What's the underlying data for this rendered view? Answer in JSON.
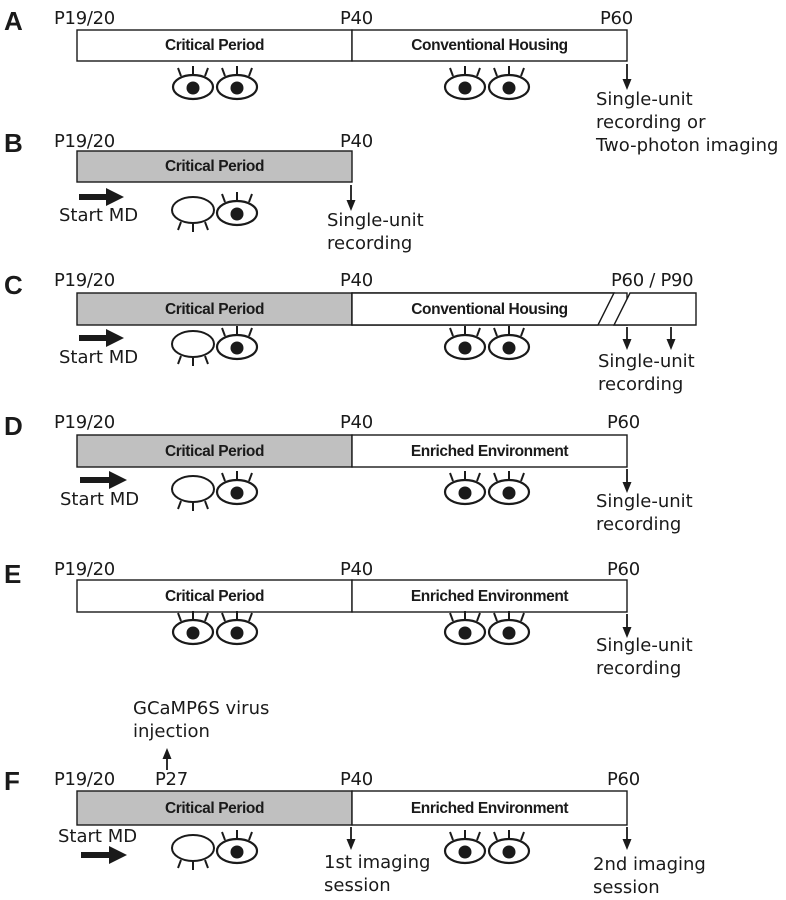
{
  "colors": {
    "critical_fill": "#c0c0c0",
    "plain_fill": "#ffffff",
    "stroke": "#1a1a1a"
  },
  "panels": [
    {
      "id": "A",
      "letter": "A",
      "ages": [
        "P19/20",
        "P40",
        "P60"
      ],
      "segments": [
        {
          "label": "Critical Period",
          "shaded": false
        },
        {
          "label": "Conventional Housing",
          "shaded": false
        }
      ],
      "eyes_critical": [
        "open-eye",
        "open-eye"
      ],
      "eyes_second": [
        "open-eye",
        "open-eye"
      ],
      "notes": [
        "Single-unit\nrecording or\nTwo-photon imaging"
      ]
    },
    {
      "id": "B",
      "letter": "B",
      "ages": [
        "P19/20",
        "P40"
      ],
      "segments": [
        {
          "label": "Critical Period",
          "shaded": true
        }
      ],
      "start_label": "Start MD",
      "eyes_critical": [
        "closed-eye",
        "open-eye"
      ],
      "notes": [
        "Single-unit\nrecording"
      ]
    },
    {
      "id": "C",
      "letter": "C",
      "ages": [
        "P19/20",
        "P40",
        "P60 / P90"
      ],
      "segments": [
        {
          "label": "Critical Period",
          "shaded": true
        },
        {
          "label": "Conventional Housing",
          "shaded": false
        }
      ],
      "start_label": "Start MD",
      "eyes_critical": [
        "closed-eye",
        "open-eye"
      ],
      "eyes_second": [
        "open-eye",
        "open-eye"
      ],
      "notes": [
        "Single-unit\nrecording"
      ]
    },
    {
      "id": "D",
      "letter": "D",
      "ages": [
        "P19/20",
        "P40",
        "P60"
      ],
      "segments": [
        {
          "label": "Critical Period",
          "shaded": true
        },
        {
          "label": "Enriched Environment",
          "shaded": false
        }
      ],
      "start_label": "Start MD",
      "eyes_critical": [
        "closed-eye",
        "open-eye"
      ],
      "eyes_second": [
        "open-eye",
        "open-eye"
      ],
      "notes": [
        "Single-unit\nrecording"
      ]
    },
    {
      "id": "E",
      "letter": "E",
      "ages": [
        "P19/20",
        "P40",
        "P60"
      ],
      "segments": [
        {
          "label": "Critical Period",
          "shaded": false
        },
        {
          "label": "Enriched Environment",
          "shaded": false
        }
      ],
      "eyes_critical": [
        "open-eye",
        "open-eye"
      ],
      "eyes_second": [
        "open-eye",
        "open-eye"
      ],
      "notes": [
        "Single-unit\nrecording"
      ]
    },
    {
      "id": "F",
      "letter": "F",
      "ages": [
        "P19/20",
        "P27",
        "P40",
        "P60"
      ],
      "segments": [
        {
          "label": "Critical Period",
          "shaded": true
        },
        {
          "label": "Enriched Environment",
          "shaded": false
        }
      ],
      "start_label": "Start MD",
      "eyes_critical": [
        "closed-eye",
        "open-eye"
      ],
      "eyes_second": [
        "open-eye",
        "open-eye"
      ],
      "notes": [
        "GCaMP6S virus\ninjection",
        "1st imaging\nsession",
        "2nd imaging\nsession"
      ]
    }
  ]
}
